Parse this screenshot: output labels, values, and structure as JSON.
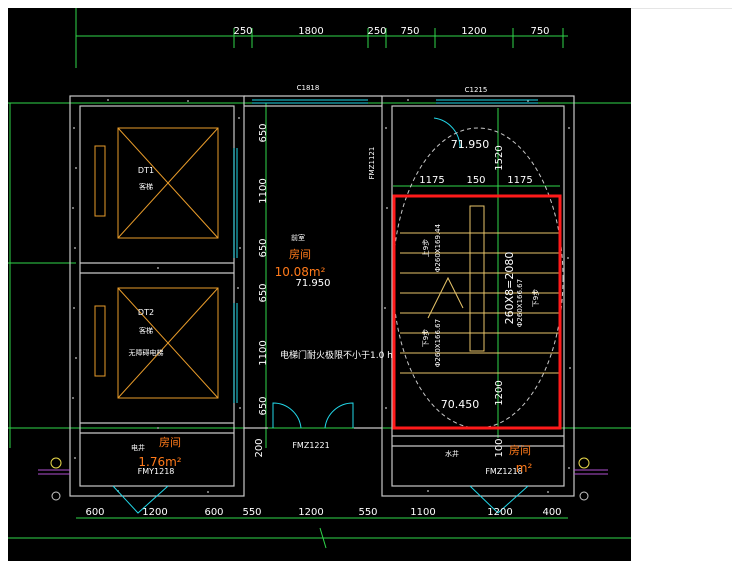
{
  "colors": {
    "background": "#000000",
    "wall": "#c8c8c8",
    "dimension": "#2fd64a",
    "dimension_text": "#ffffff",
    "equipment": "#e89b2a",
    "annotation": "#ffffff",
    "label_room": "#ff7a1a",
    "door": "#22d7e8",
    "highlight": "#ff1a1a",
    "stair": "#e8c56a"
  },
  "top_dimensions": [
    "250",
    "1800",
    "250",
    "750",
    "1200",
    "750"
  ],
  "bottom_dimensions": [
    "600",
    "1200",
    "600",
    "550",
    "1200",
    "550",
    "1100",
    "1200",
    "400"
  ],
  "side_dimensions": [
    "650",
    "1100",
    "650",
    "650",
    "1100",
    "650",
    "200"
  ],
  "stair_side_dimensions": [
    "1520",
    "1200",
    "100"
  ],
  "stair_dimensions": [
    "1175",
    "150",
    "1175"
  ],
  "windows": {
    "left": "C1818",
    "right": "C1215"
  },
  "doors": {
    "fmz_vertical": "FMZ1121",
    "fmz_center": "FMZ1221",
    "fmy_left": "FMY1218",
    "fmz_right": "FMZ1218"
  },
  "elevator_1": {
    "code": "DT1",
    "label": "客梯"
  },
  "elevator_2": {
    "code": "DT2",
    "label": "客梯",
    "sublabel": "无障碍电梯"
  },
  "lobby": {
    "title": "前室",
    "name": "房间",
    "area": "10.08m²",
    "elevation": "71.950"
  },
  "elevator_note": "电梯门耐火极限不小于1.0 h",
  "shaft_left": {
    "title": "电井",
    "name": "房间",
    "area": "1.76m²"
  },
  "shaft_right": {
    "title": "水井",
    "name": "房间",
    "area": "m²"
  },
  "stair": {
    "top_elevation": "71.950",
    "bottom_elevation": "70.450",
    "run_label": "260X8=2080",
    "left_dim": "Φ260X169.44",
    "left_dim2": "Φ260X166.67",
    "right_dim": "Φ260X166.67",
    "up_label": "上9步",
    "down_label": "下9步",
    "down_label2": "下9步"
  }
}
